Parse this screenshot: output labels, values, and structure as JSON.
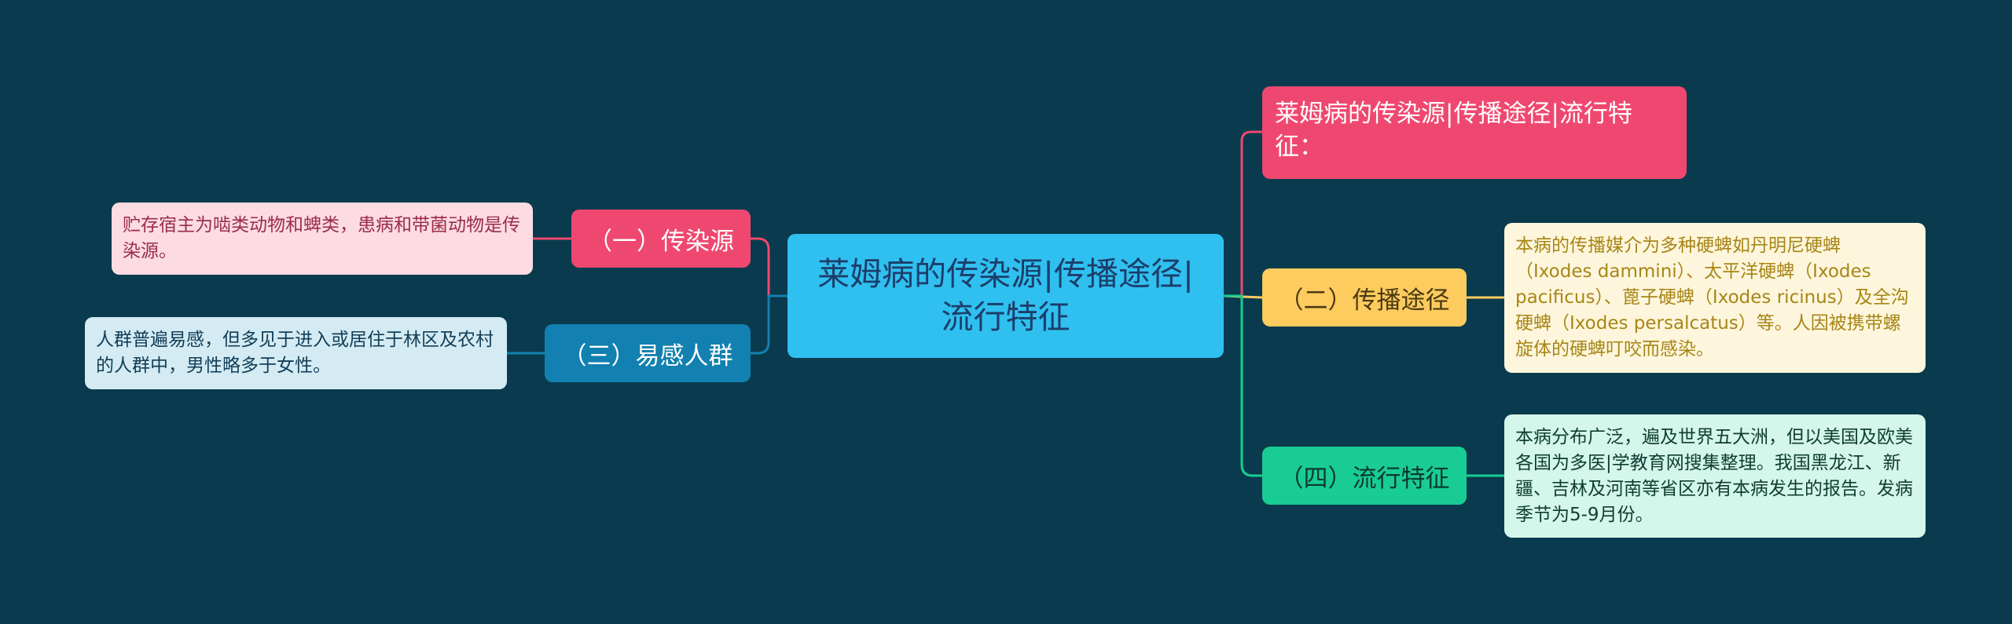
{
  "center_title": "莱姆病的传染源|传播途径|流行特征",
  "top_branch": {
    "label": "莱姆病的传染源|传播途径|流行特征：",
    "color": "#ef4870"
  },
  "branches": {
    "source": {
      "label": "（一）传染源",
      "detail": "贮存宿主为啮类动物和蜱类，患病和带菌动物是传染源。",
      "color": "#ef4870",
      "detail_bg": "#fddbe3"
    },
    "susceptible": {
      "label": "（三）易感人群",
      "detail": "人群普遍易感，但多见于进入或居住于林区及农村的人群中，男性略多于女性。",
      "color": "#1280b0",
      "detail_bg": "#d4ebf3"
    },
    "route": {
      "label": "（二）传播途径",
      "detail": "本病的传播媒介为多种硬蜱如丹明尼硬蜱（Ixodes dammini）、太平洋硬蜱（Ixodes pacificus）、蓖子硬蜱（Ixodes ricinus）及全沟硬蜱（Ixodes persalcatus）等。人因被携带螺旋体的硬蜱叮咬而感染。",
      "color": "#fecb5e",
      "detail_bg": "#fef6dc"
    },
    "epidemic": {
      "label": "（四）流行特征",
      "detail": "本病分布广泛，遍及世界五大洲，但以美国及欧美各国为多医|学教育网搜集整理。我国黑龙江、新疆、吉林及河南等省区亦有本病发生的报告。发病季节为5-9月份。",
      "color": "#19cc93",
      "detail_bg": "#d5f6ea"
    }
  }
}
